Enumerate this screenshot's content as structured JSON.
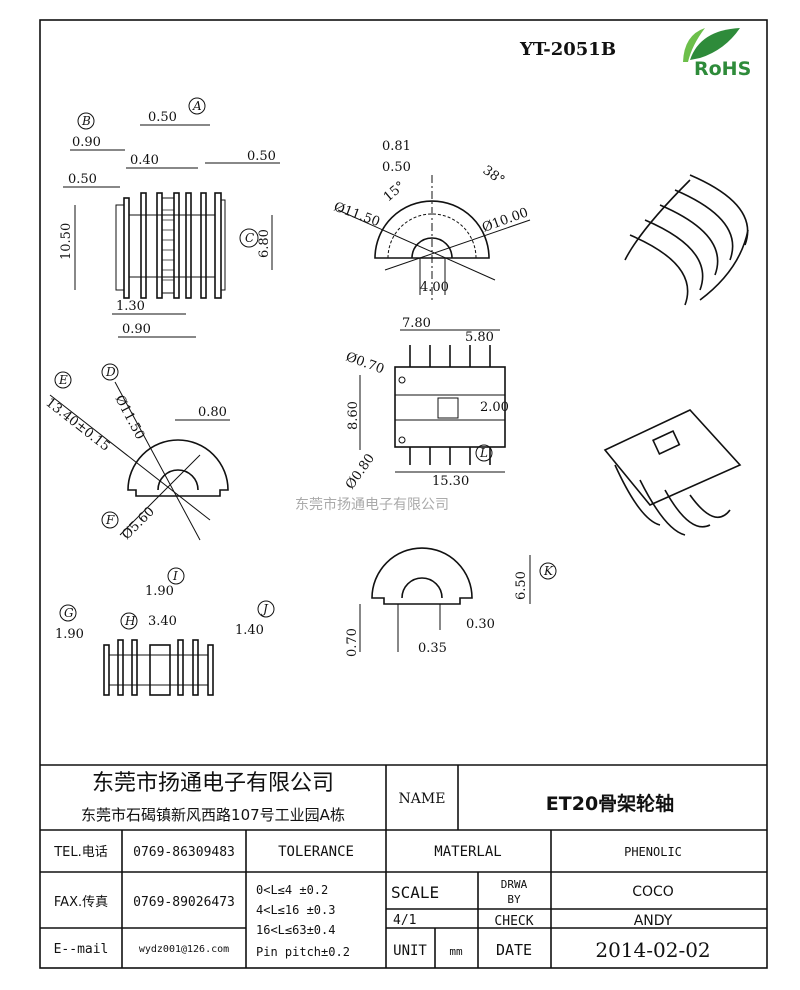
{
  "header": {
    "part_number": "YT-2051B",
    "logo_text": "RoHS",
    "logo_color": "#2e8b3a"
  },
  "watermark": "东莞市扬通电子有限公司",
  "view_labels": [
    "A",
    "B",
    "C",
    "D",
    "E",
    "F",
    "G",
    "H",
    "I",
    "J",
    "K",
    "L"
  ],
  "dimensions": {
    "front": [
      "0.50",
      "0.90",
      "0.40",
      "0.50",
      "0.50",
      "10.50",
      "6.80",
      "1.30",
      "0.90"
    ],
    "end": [
      "0.81",
      "0.50",
      "15°",
      "38°",
      "Ø11.50",
      "Ø10.00",
      "4.00"
    ],
    "bottom": [
      "7.80",
      "5.80",
      "Ø0.70",
      "8.60",
      "2.00",
      "Ø0.80",
      "15.30"
    ],
    "section": [
      "13.40±0.15",
      "Ø11.50",
      "0.80",
      "Ø5.60"
    ],
    "side": [
      "6.50",
      "0.70",
      "0.30",
      "0.35"
    ],
    "lower": [
      "1.90",
      "1.90",
      "3.40",
      "1.40"
    ]
  },
  "title_block": {
    "company": "东莞市扬通电子有限公司",
    "address": "东莞市石碣镇新风西路107号工业园A栋",
    "name_label": "NAME",
    "name_value": "ET20骨架轮轴",
    "tel_label": "TEL.电话",
    "tel_value": "0769-86309483",
    "fax_label": "FAX.传真",
    "fax_value": "0769-89026473",
    "email_label": "E--mail",
    "email_value": "wydz001@126.com",
    "tolerance_label": "TOLERANCE",
    "tolerances": [
      "0<L≤4   ±0.2",
      "4<L≤16  ±0.3",
      "16<L≤63±0.4",
      "Pin pitch±0.2"
    ],
    "material_label": "MATERLAL",
    "material_value": "PHENOLIC",
    "scale_label": "SCALE",
    "scale_value": "4/1",
    "drawn_label_1": "DRWA",
    "drawn_label_2": "BY",
    "drawn_value": "COCO",
    "check_label": "CHECK",
    "check_value": "ANDY",
    "unit_label": "UNIT",
    "unit_value": "mm",
    "date_label": "DATE",
    "date_value": "2014-02-02"
  }
}
